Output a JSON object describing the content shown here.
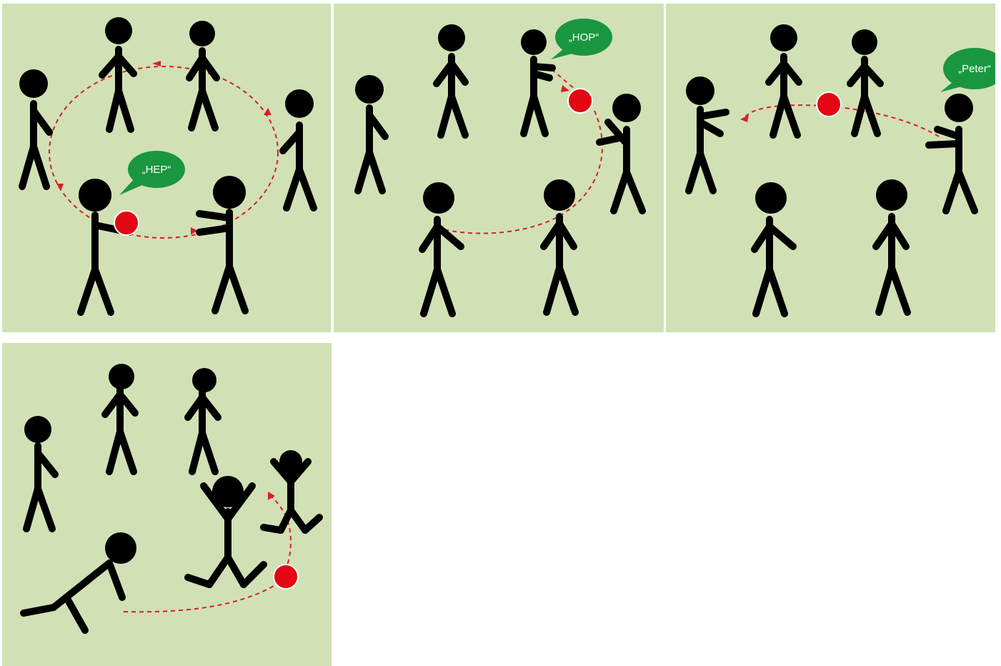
{
  "colors": {
    "background": "#d1e1b5",
    "figure": "#000000",
    "ball": "#e30613",
    "path": "#d81e2a",
    "bubble": "#1a9640",
    "bubble_text": "#ffffff"
  },
  "panels": [
    {
      "speech": "„HEP“"
    },
    {
      "speech": "„HOP“"
    },
    {
      "speech": "„Peter“"
    },
    {
      "speech": ""
    }
  ]
}
